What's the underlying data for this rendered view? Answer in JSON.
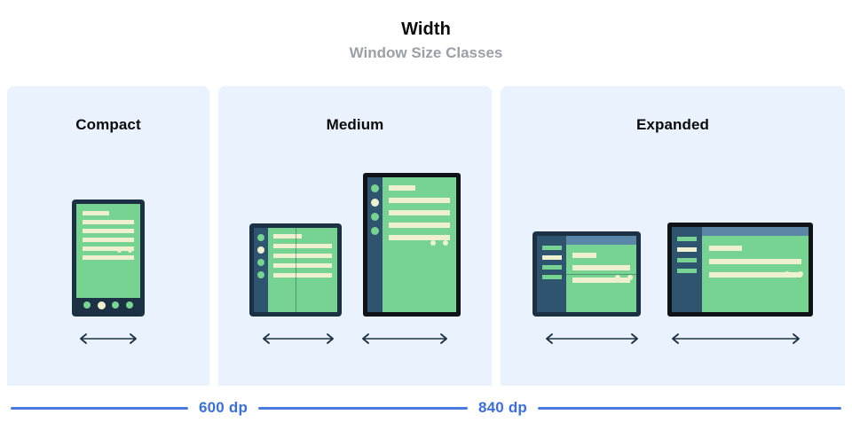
{
  "header": {
    "title": "Width",
    "subtitle": "Window Size Classes"
  },
  "colors": {
    "panel_bg": "#eaf2fd",
    "page_bg": "#ffffff",
    "title": "#0b0b0c",
    "subtitle": "#9aa0a6",
    "device_frame_navy": "#1c3144",
    "device_frame_black": "#111416",
    "screen_green": "#76d391",
    "rail_blue": "#2f5470",
    "line_cream": "#eff0cf",
    "topband_blue": "#5b86a8",
    "accent_blue": "#3b6fe0"
  },
  "panels": [
    {
      "id": "compact",
      "label": "Compact",
      "devices": [
        {
          "name": "phone",
          "frame": "navy",
          "layout": "phone",
          "width": 72,
          "height": 122,
          "lines": 6,
          "nav_dots": 4,
          "nav_active_index": 1,
          "content_dots": 2,
          "arrow_width": 72
        }
      ]
    },
    {
      "id": "medium",
      "label": "Medium",
      "devices": [
        {
          "name": "foldable-portrait",
          "frame": "navy",
          "layout": "rail",
          "width": 104,
          "height": 104,
          "rail_dots": 4,
          "rail_active_index": 1,
          "lines": 5,
          "content_dots": 2,
          "fold": "vertical",
          "arrow_width": 88
        },
        {
          "name": "tablet-portrait",
          "frame": "black",
          "layout": "rail",
          "width": 108,
          "height": 160,
          "rail_dots": 4,
          "rail_active_index": 1,
          "lines": 5,
          "content_dots": 2,
          "fold": "none",
          "arrow_width": 104
        }
      ]
    },
    {
      "id": "expanded",
      "label": "Expanded",
      "devices": [
        {
          "name": "foldable-landscape",
          "frame": "navy",
          "layout": "sidebar",
          "width": 120,
          "height": 96,
          "side_bars": 4,
          "side_active_index": 1,
          "lines": 3,
          "content_dots": 2,
          "fold": "horizontal",
          "arrow_width": 110
        },
        {
          "name": "tablet-landscape",
          "frame": "black",
          "layout": "sidebar",
          "width": 160,
          "height": 104,
          "side_bars": 4,
          "side_active_index": 1,
          "lines": 3,
          "content_dots": 2,
          "fold": "none",
          "arrow_width": 150
        }
      ]
    }
  ],
  "footer": {
    "breakpoints": [
      {
        "label": "600 dp"
      },
      {
        "label": "840 dp"
      }
    ]
  }
}
